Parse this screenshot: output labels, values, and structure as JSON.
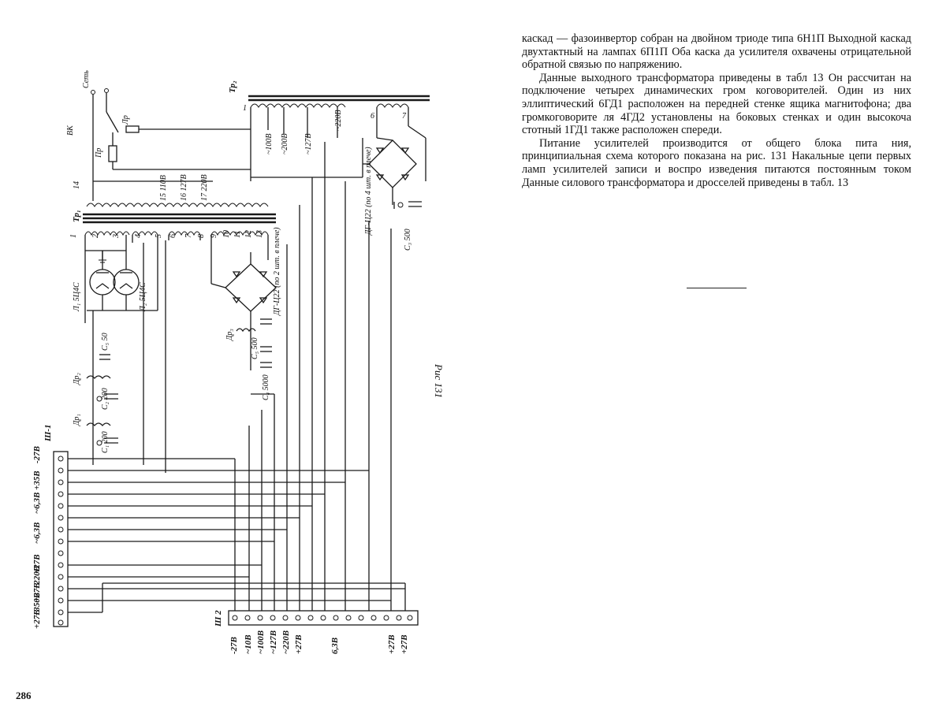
{
  "document": {
    "paragraphs": [
      "каскад — фазоинвертор собран на двойном триоде типа 6Н1П Выходной каскад двухтактный на лампах 6П1П Оба каска да усилителя охвачены отрицательной обратной связью по напряжению.",
      "Данные выходного трансформатора приведены в табл 13 Он рассчитан на подключение четырех динамических гром коговорителей. Один из них эллиптический 6ГД1 расположен на передней стенке ящика магнитофона; два громкоговорите ля 4ГД2 установлены на боковых стенках и один высокоча стотный 1ГД1 также расположен спереди.",
      "Питание усилителей производится от общего блока пита ния, принципиальная схема которого показана на рис. 131 Накальные цепи первых ламп усилителей записи и воспро изведения питаются постоянным током Данные силового трансформатора и дросселей приведены в табл. 13"
    ],
    "page_number": "286",
    "figure_caption": "Рис 131"
  },
  "schematic": {
    "transformer_labels": {
      "output": "Тр₂",
      "power": "Тр₁"
    },
    "switch_labels": {
      "network": "Сеть",
      "vk": "ВК",
      "fuse": "Пр",
      "lamp": "Лр",
      "pin14": "14"
    },
    "tap_labels": [
      "15 110В",
      "16 127В",
      "17 220В"
    ],
    "output_tap_labels": [
      "~100В",
      "~200В",
      "~127В",
      "~220В"
    ],
    "output_winding_numbers": [
      "1",
      "6",
      "7"
    ],
    "power_winding_numbers": [
      "1",
      "2",
      "3",
      "4",
      "5",
      "6",
      "7",
      "8",
      "9",
      "10",
      "11",
      "12",
      "13"
    ],
    "tube_labels": [
      "Л₁ 5Ц4С",
      "Л₂ 5Ц4С"
    ],
    "rectifier_labels": [
      "ДГ-Ц22 (по 4 шт. в плече)",
      "ДГ-Ц22 (по 2 шт. в плече)"
    ],
    "component_labels": [
      "С₃ 500",
      "С₅ 500",
      "С₄ 5000",
      "Др₃",
      "С₅ 50",
      "Др₂",
      "С₂ 200",
      "Др₁",
      "С₁ 200"
    ],
    "connector_sh1": {
      "name": "Ш-1",
      "pins": [
        "1",
        "2",
        "3",
        "4",
        "5",
        "6",
        "7",
        "8",
        "9",
        "10",
        "11",
        "12",
        "13",
        "14",
        "15"
      ],
      "voltage_labels": [
        "-27В",
        "+35В",
        "~6,3В",
        "~6,3В",
        "+27В",
        "+220В",
        "+27В",
        "+350В",
        "+27В"
      ]
    },
    "connector_sh2": {
      "name": "Ш 2",
      "pins": [
        "1",
        "2",
        "3",
        "4",
        "5",
        "6",
        "7",
        "8",
        "9",
        "10",
        "11",
        "12",
        "13",
        "14",
        "15"
      ],
      "voltage_labels": [
        "-27В",
        "~10В",
        "~100В",
        "~127В",
        "~220В",
        "+27В",
        "6,3В",
        "+27В",
        "+27В"
      ]
    }
  }
}
